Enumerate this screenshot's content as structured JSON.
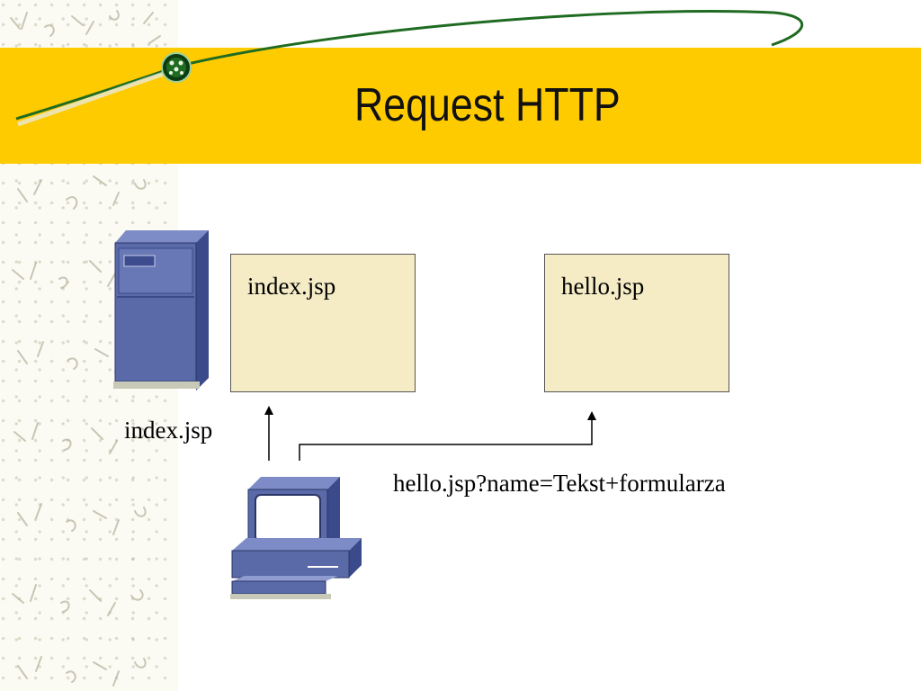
{
  "slide": {
    "title": "Request HTTP"
  },
  "pages": [
    {
      "name": "index.jsp"
    },
    {
      "name": "hello.jsp"
    }
  ],
  "requests": [
    {
      "label": "index.jsp"
    },
    {
      "label": "hello.jsp?name=Tekst+formularza"
    }
  ],
  "icons": {
    "server": "server-icon",
    "client": "computer-icon",
    "logo": "network-globe-icon"
  },
  "colors": {
    "title_band": "#fecb00",
    "page_box_fill": "#f5ecc6",
    "device_blue": "#5a6aa8",
    "swoosh_green": "#1f6b22"
  }
}
